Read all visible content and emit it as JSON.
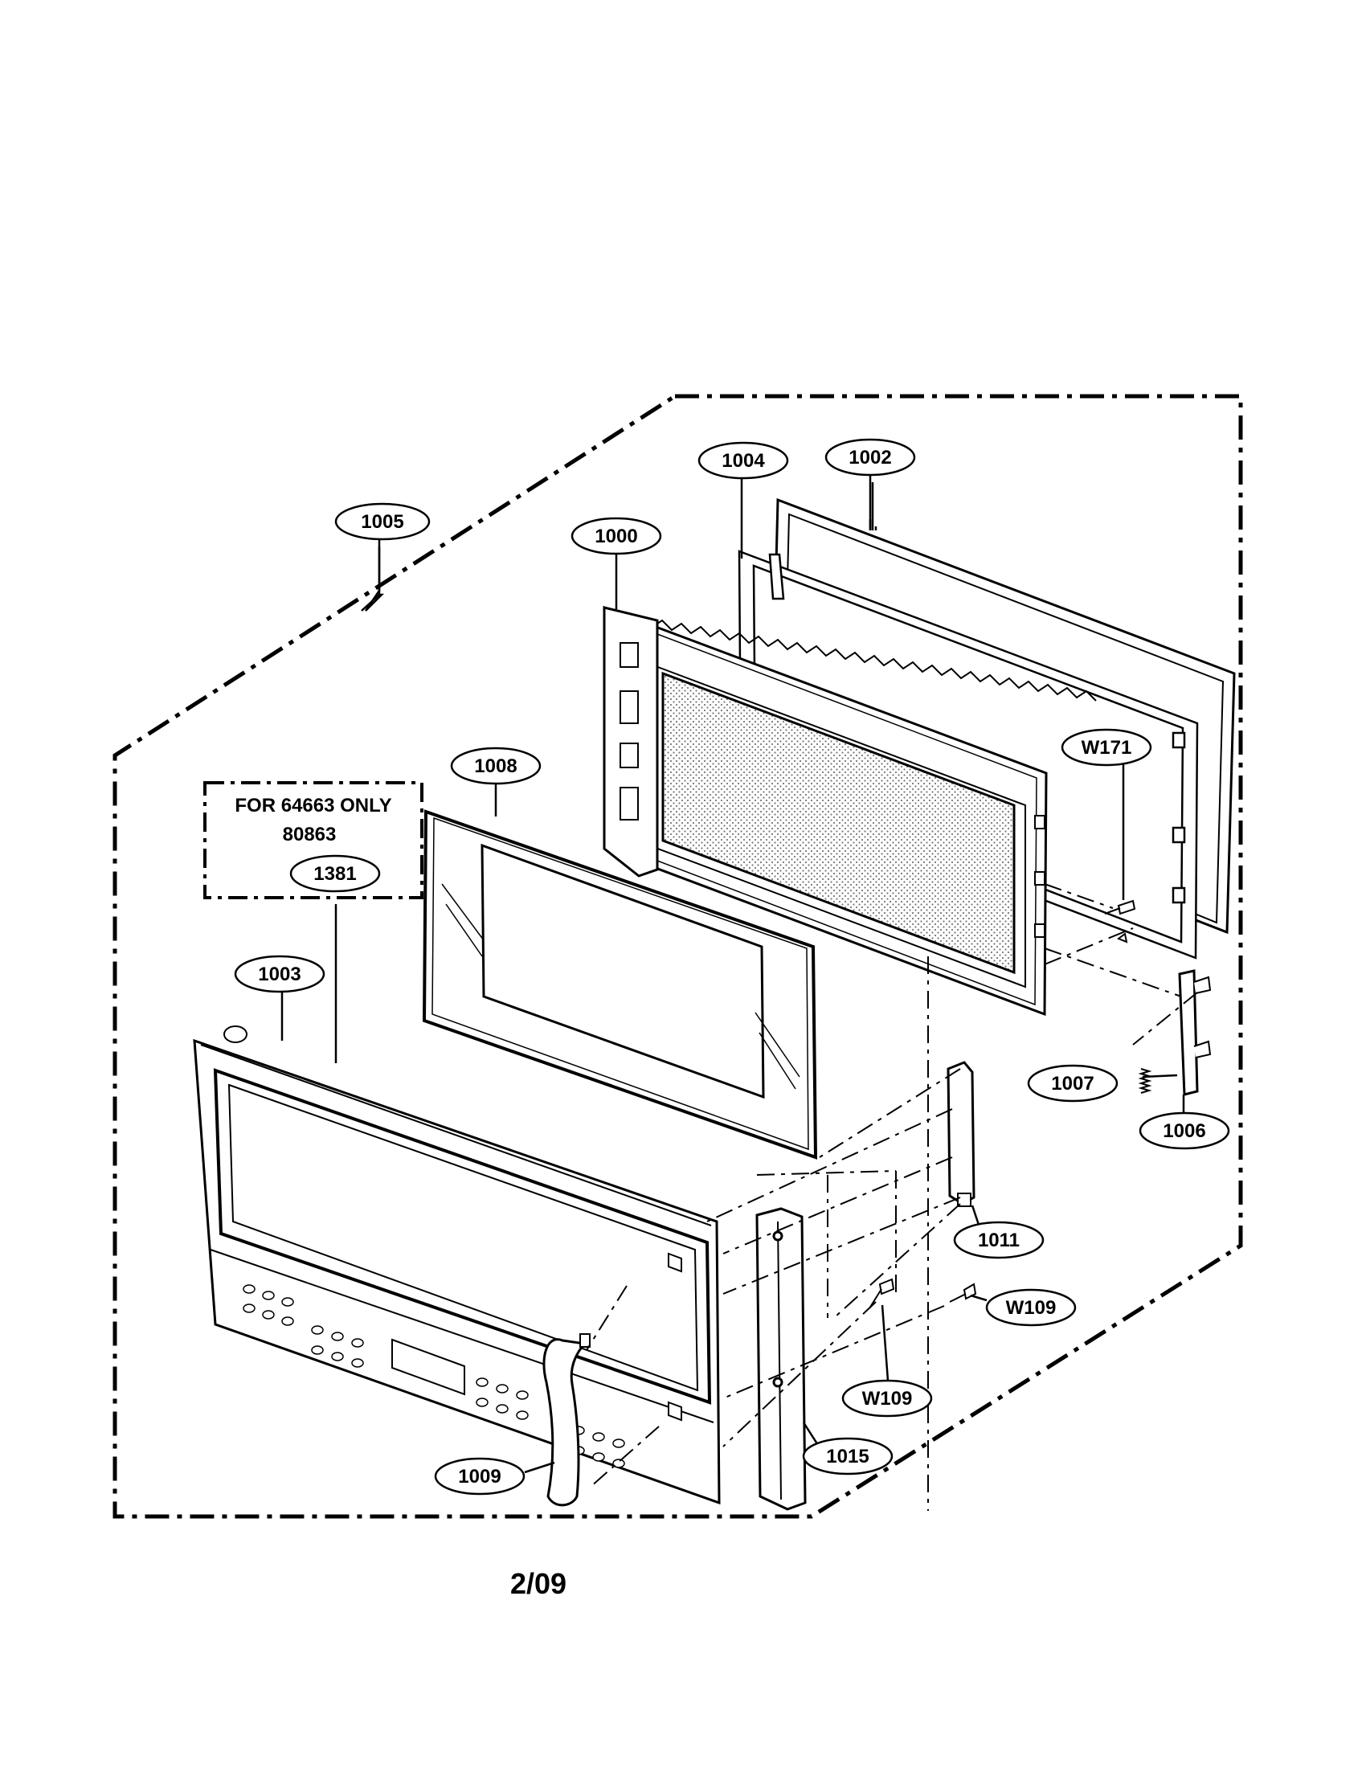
{
  "diagram": {
    "note": {
      "line1": "FOR 64663 ONLY",
      "line2": "80863"
    },
    "callouts": {
      "c1000": "1000",
      "c1002": "1002",
      "c1003": "1003",
      "c1004": "1004",
      "c1005": "1005",
      "c1006": "1006",
      "c1007": "1007",
      "c1008": "1008",
      "c1009": "1009",
      "c1011": "1011",
      "c1015": "1015",
      "c1381": "1381",
      "cW171": "W171",
      "cW109a": "W109",
      "cW109b": "W109"
    }
  },
  "footer": {
    "page_label": "2/09"
  }
}
